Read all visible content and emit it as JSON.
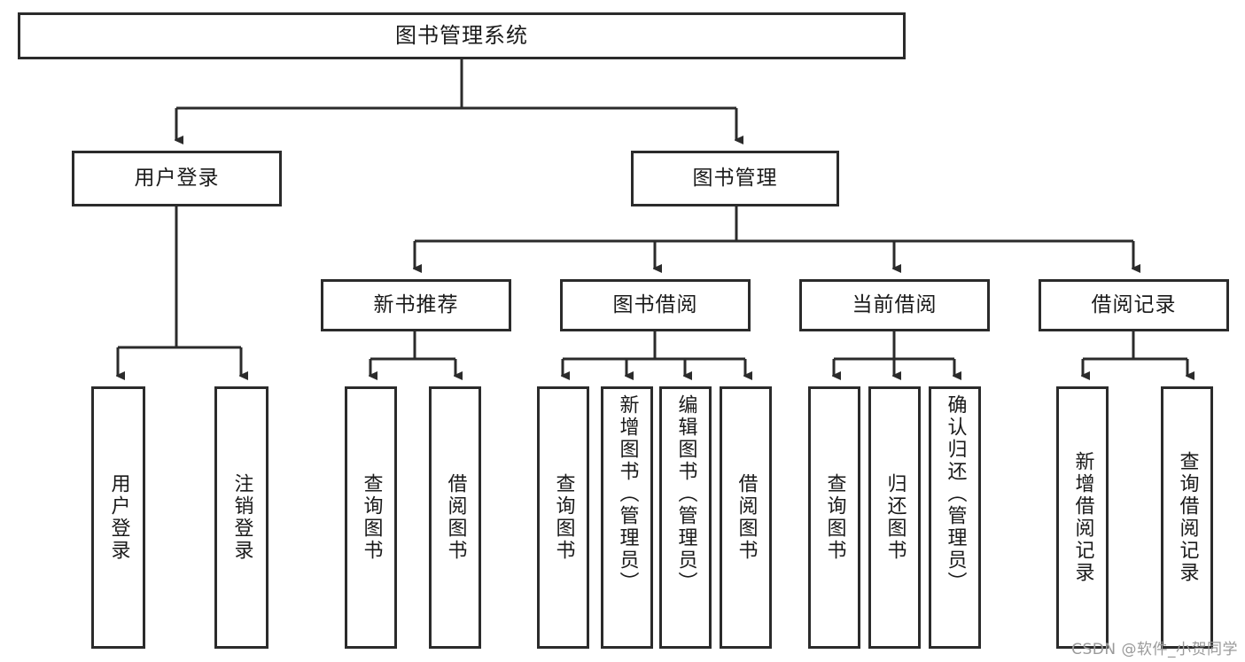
{
  "diagram": {
    "title": "图书管理系统",
    "type": "functional-structure-tree",
    "watermark": "CSDN @软件_小贺同学",
    "colors": {
      "box_border": "#2b2b2b",
      "box_fill": "#ffffff",
      "edge": "#2b2b2b",
      "text": "#1a1a1a",
      "watermark": "#9a9a9a"
    },
    "root": {
      "label": "图书管理系统"
    },
    "level2": [
      {
        "label": "用户登录"
      },
      {
        "label": "图书管理"
      }
    ],
    "level3": [
      {
        "label": "新书推荐"
      },
      {
        "label": "图书借阅"
      },
      {
        "label": "当前借阅"
      },
      {
        "label": "借阅记录"
      }
    ],
    "leaves": {
      "user_login": [
        {
          "label": "用户登录"
        },
        {
          "label": "注销登录"
        }
      ],
      "new_book_recommend": [
        {
          "label": "查询图书"
        },
        {
          "label": "借阅图书"
        }
      ],
      "book_borrow": [
        {
          "label": "查询图书"
        },
        {
          "label": "新增图书（管理员）"
        },
        {
          "label": "编辑图书（管理员）"
        },
        {
          "label": "借阅图书"
        }
      ],
      "current_borrow": [
        {
          "label": "查询图书"
        },
        {
          "label": "归还图书"
        },
        {
          "label": "确认归还（管理员）"
        }
      ],
      "borrow_record": [
        {
          "label": "新增借阅记录"
        },
        {
          "label": "查询借阅记录"
        }
      ]
    }
  }
}
